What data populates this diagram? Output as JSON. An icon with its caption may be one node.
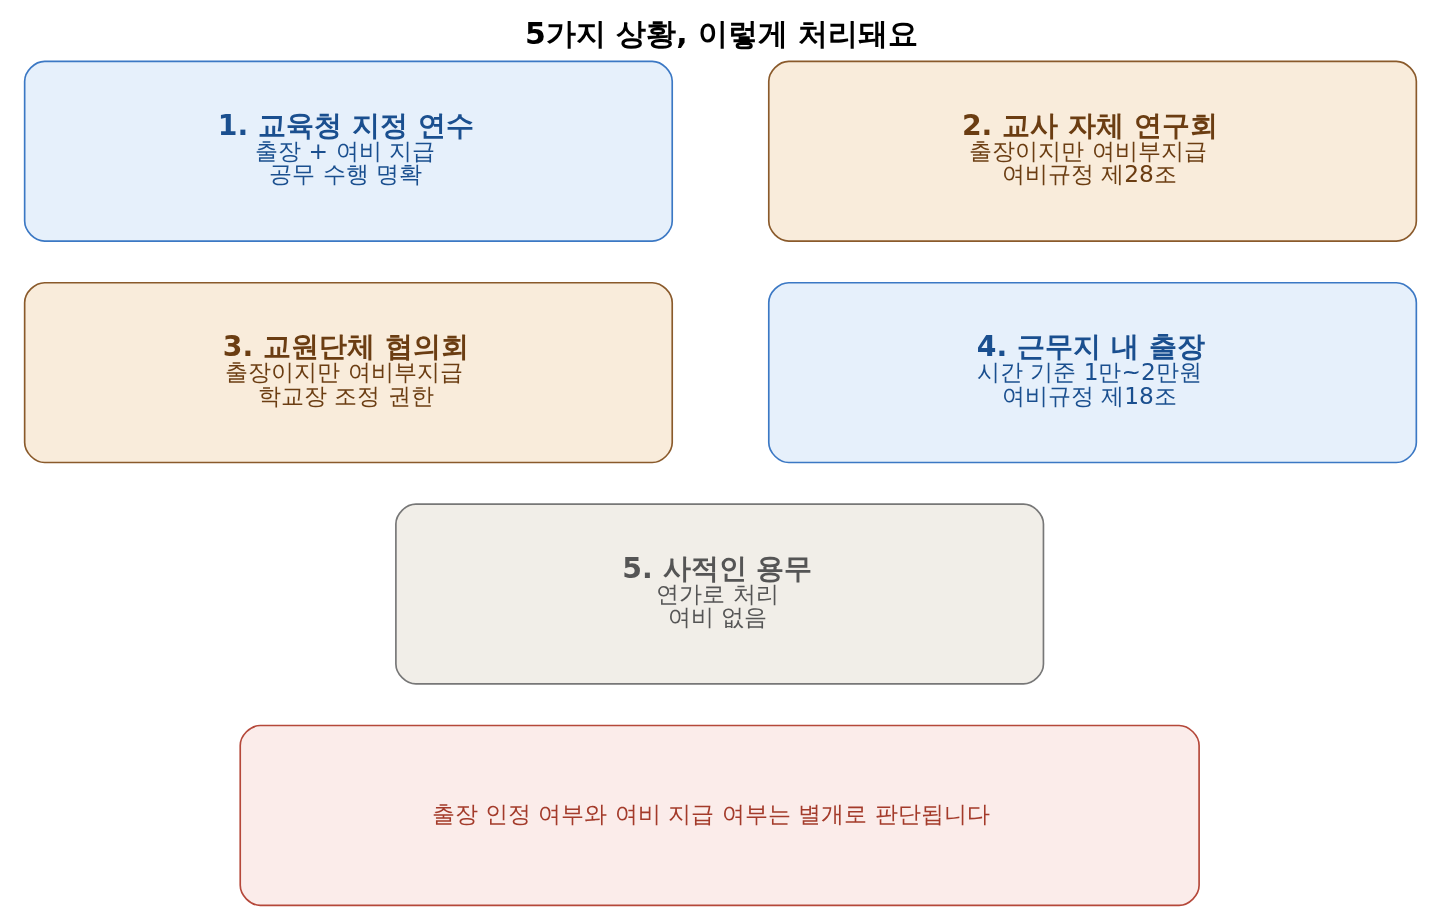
{
  "diagram": {
    "title": "5가지 상황, 이렇게 처리돼요",
    "nodes": [
      {
        "text": [
          "1. 교육청 지정 연수",
          "출장 + 여비 지급",
          "공무 수행 명확"
        ]
      },
      {
        "text": [
          "2. 교사 자체 연구회",
          "출장이지만 여비부지급",
          "여비규정 제28조"
        ]
      },
      {
        "text": [
          "3. 교원단체 협의회",
          "출장이지만 여비부지급",
          "학교장 조정 권한"
        ]
      },
      {
        "text": [
          "4. 근무지 내 출장",
          "시간 기준 1만~2만원",
          "여비규정 제18조"
        ]
      },
      {
        "text": [
          "5. 사적인 용무",
          "연가로 처리",
          "여비 없음"
        ]
      },
      {
        "text": [
          "출장 인정 여부와 여비 지급 여부는 별개로 판단됩니다"
        ]
      }
    ],
    "edges": []
  }
}
